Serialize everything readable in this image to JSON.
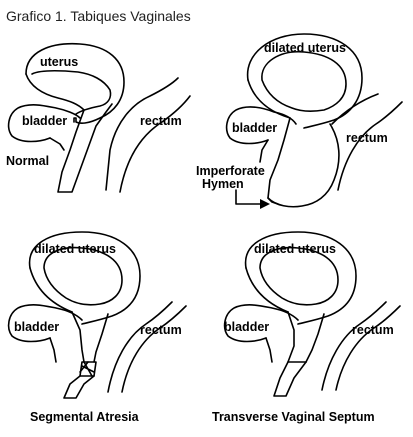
{
  "title": "Grafico 1.   Tabiques Vaginales",
  "panels": {
    "normal": {
      "uterus": "uterus",
      "bladder": "bladder",
      "rectum": "rectum",
      "caption": "Normal"
    },
    "imperforate": {
      "uterus": "dilated uterus",
      "bladder": "bladder",
      "rectum": "rectum",
      "caption_line1": "Imperforate",
      "caption_line2": "Hymen"
    },
    "atresia": {
      "uterus": "dilated uterus",
      "bladder": "bladder",
      "rectum": "rectum",
      "caption": "Segmental Atresia"
    },
    "septum": {
      "uterus": "dilated uterus",
      "bladder": "bladder",
      "rectum": "rectum",
      "caption": "Transverse Vaginal Septum"
    }
  },
  "colors": {
    "ink": "#000000",
    "title": "#222222",
    "background": "#ffffff"
  }
}
